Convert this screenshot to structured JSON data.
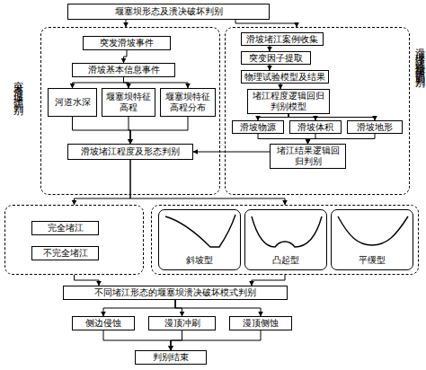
{
  "diagram": {
    "nodes": [
      {
        "text": [
          "堰塞坝形态及溃决破坏判别"
        ]
      },
      {
        "text": [
          "突发滑坡堵江判别"
        ]
      },
      {
        "text": [
          "突发滑坡事件"
        ],
        "in": 1
      },
      {
        "text": [
          "滑坡基本信息事件"
        ],
        "in": 1
      },
      {
        "text": [
          "河道水深"
        ],
        "in": 1
      },
      {
        "text": [
          "堰塞坝特征高程"
        ],
        "in": 1
      },
      {
        "text": [
          "堰塞坝特征高程分布"
        ],
        "in": 1
      },
      {
        "text": [
          "滑坡堵江程度及形态判别"
        ],
        "in": 1
      },
      {
        "text": [
          "滑坡堵江试验结果辅助判别"
        ]
      },
      {
        "text": [
          "滑坡堵江案例收集"
        ],
        "in": 8
      },
      {
        "text": [
          "突变因子提取"
        ],
        "in": 8
      },
      {
        "text": [
          "物理试验模型及结果"
        ],
        "in": 8
      },
      {
        "text": [
          "堵江程度逻辑回归判别模型"
        ],
        "in": 8
      },
      {
        "text": [
          "滑坡物源"
        ],
        "in": 8
      },
      {
        "text": [
          "滑坡体积"
        ],
        "in": 8
      },
      {
        "text": [
          "滑坡地形"
        ],
        "in": 8
      },
      {
        "text": [
          "堵江结果逻辑回归判别"
        ],
        "in": 8
      },
      {
        "text": []
      },
      {
        "text": [
          "完全堵江"
        ],
        "in": 17
      },
      {
        "text": [
          "不完全堵江"
        ],
        "in": 17
      },
      {
        "text": []
      },
      {
        "text": [
          "斜坡型"
        ],
        "in": 20
      },
      {
        "text": [
          "凸起型"
        ],
        "in": 20
      },
      {
        "text": [
          "平缓型"
        ],
        "in": 20
      },
      {
        "text": [
          "不同堵江形态的堰塞坝溃决破坏模式判别"
        ]
      },
      {
        "text": [
          "侧边侵蚀"
        ]
      },
      {
        "text": [
          "漫顶冲刷"
        ]
      },
      {
        "text": [
          "漫顶侧蚀"
        ]
      },
      {
        "text": [
          "判别结束"
        ]
      }
    ],
    "edges": [
      {
        "from": 0,
        "to": 1,
        "arrow": "to"
      },
      {
        "from": 0,
        "to": 8,
        "arrow": "to"
      },
      {
        "from": 2,
        "to": 3,
        "arrow": "to"
      },
      {
        "from": 3,
        "to": 4,
        "arrow": "to"
      },
      {
        "from": 3,
        "to": 5,
        "arrow": "to"
      },
      {
        "from": 3,
        "to": 6,
        "arrow": "to"
      },
      {
        "from": 4,
        "to": 7,
        "arrow": "to"
      },
      {
        "from": 5,
        "to": 7,
        "arrow": "to"
      },
      {
        "from": 6,
        "to": 7,
        "arrow": "to"
      },
      {
        "from": 9,
        "to": 10,
        "arrow": "to"
      },
      {
        "from": 10,
        "to": 11,
        "arrow": "to"
      },
      {
        "from": 11,
        "to": 12,
        "arrow": "to"
      },
      {
        "from": 12,
        "to": 13,
        "arrow": "to"
      },
      {
        "from": 12,
        "to": 14,
        "arrow": "to"
      },
      {
        "from": 12,
        "to": 15,
        "arrow": "to"
      },
      {
        "from": 13,
        "to": 16,
        "arrow": "to"
      },
      {
        "from": 14,
        "to": 16,
        "arrow": "to"
      },
      {
        "from": 15,
        "to": 16,
        "arrow": "to"
      },
      {
        "from": 16,
        "to": 7,
        "arrow": "to"
      },
      {
        "from": 7,
        "to": 17,
        "arrow": "to"
      },
      {
        "from": 7,
        "to": 20,
        "arrow": "to"
      },
      {
        "from": 17,
        "to": 24,
        "arrow": "to"
      },
      {
        "from": 20,
        "to": 24,
        "arrow": "to"
      },
      {
        "from": 24,
        "to": 25,
        "arrow": "to"
      },
      {
        "from": 24,
        "to": 26,
        "arrow": "to"
      },
      {
        "from": 24,
        "to": 27,
        "arrow": "to"
      },
      {
        "from": 25,
        "to": 28,
        "arrow": "to"
      },
      {
        "from": 26,
        "to": 28,
        "arrow": "to"
      },
      {
        "from": 27,
        "to": 28,
        "arrow": "to"
      }
    ]
  }
}
